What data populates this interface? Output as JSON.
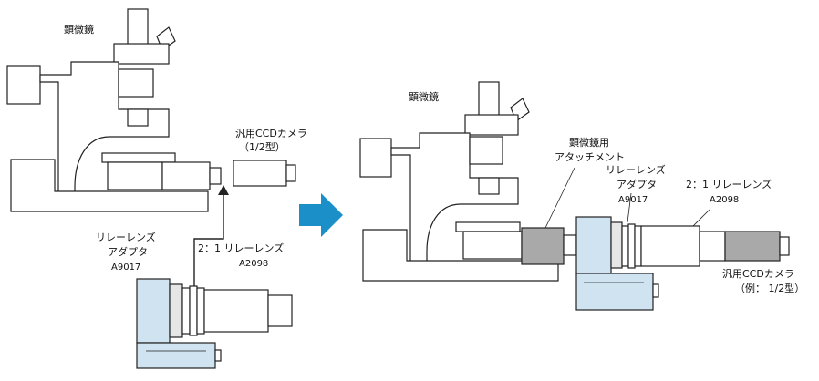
{
  "left": {
    "microscope_label": "顕微鏡",
    "camera_label_line1": "汎用CCDカメラ",
    "camera_label_line2": "（1/2型）",
    "relay_adapter_line1": "リレーレンズ",
    "relay_adapter_line2": "アダプタ",
    "relay_adapter_code": "A9017",
    "relay_lens_name": "2：1 リレーレンズ",
    "relay_lens_code": "A2098"
  },
  "right": {
    "microscope_label": "顕微鏡",
    "attachment_line1": "顕微鏡用",
    "attachment_line2": "アタッチメント",
    "relay_adapter_line1": "リレーレンズ",
    "relay_adapter_line2": "アダプタ",
    "relay_adapter_code": "A9017",
    "relay_lens_name": "2：1 リレーレンズ",
    "relay_lens_code": "A2098",
    "camera_label_line1": "汎用CCDカメラ",
    "camera_label_line2": "（例： 1/2型）"
  },
  "colors": {
    "outline": "#222222",
    "blue_body": "#cfe3f1",
    "blue_arrow": "#1b8fc8",
    "gray_part": "#a9a9a9",
    "light_gray": "#e6e6e6"
  }
}
